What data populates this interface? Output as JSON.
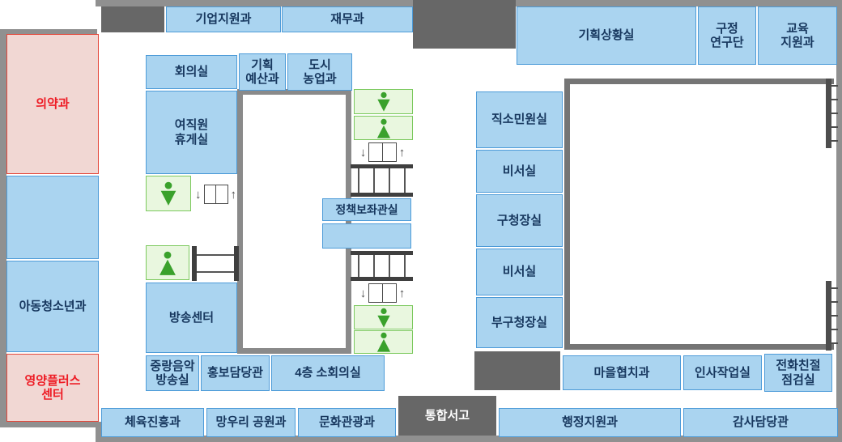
{
  "floor": {
    "rooms": {
      "biz_support": "기업지원과",
      "finance": "재무과",
      "planning_situation": "기획상황실",
      "gu_research": "구정\n연구단",
      "edu_support": "교육\n지원과",
      "meeting_room": "회의실",
      "planning_budget": "기획\n예산과",
      "urban_agri": "도시\n농업과",
      "female_lounge": "여직원\n휴게실",
      "pharmacy": "의약과",
      "child_youth": "아동청소년과",
      "nutrition_plus": "영양플러스\n센터",
      "policy_advisor": "정책보좌관실",
      "broadcast_center": "방송센터",
      "jungnang_music": "중랑음악\n방송실",
      "pr_officer": "홍보담당관",
      "small_meeting_4f": "4층 소회의실",
      "direct_civil": "직소민원실",
      "secretary1": "비서실",
      "mayor_office": "구청장실",
      "secretary2": "비서실",
      "vice_mayor_office": "부구청장실",
      "village_coop": "마을협치과",
      "hr_work": "인사작업실",
      "phone_kindness": "전화친절\n점검실",
      "sports_promo": "체육진흥과",
      "manguri_park": "망우리 공원과",
      "culture_tourism": "문화관광과",
      "integrated_archive": "통합서고",
      "admin_support": "행정지원과",
      "audit_officer": "감사담당관"
    },
    "symbols": {
      "elevator_down": "↓",
      "elevator_up": "↑"
    },
    "icons": {
      "wc_female": "female-restroom-icon",
      "wc_male": "male-restroom-icon"
    },
    "colors": {
      "room_blue": "#aad4f0",
      "room_blue_border": "#4d9bd8",
      "room_text": "#17375e",
      "pink_fill": "#f1d7d3",
      "pink_border": "#e4473a",
      "red_text": "#ee1c25",
      "green_fill": "#e9f7df",
      "green_border": "#7cc95e",
      "icon_green": "#3aa12c",
      "dark_block": "#676767",
      "wall_gray": "#909090"
    }
  }
}
